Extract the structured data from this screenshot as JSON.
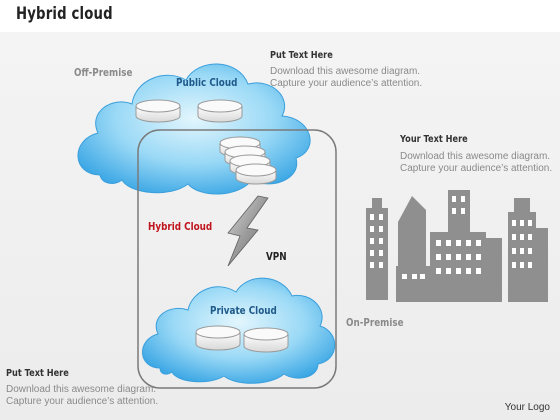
{
  "title": "Hybrid cloud",
  "labels": {
    "off_premise": "Off-Premise",
    "on_premise": "On-Premise",
    "public_cloud": "Public Cloud",
    "private_cloud": "Private Cloud",
    "hybrid_cloud": "Hybrid Cloud",
    "vpn": "VPN"
  },
  "text_blocks": [
    {
      "heading": "Put Text Here",
      "line1": "Download this awesome diagram.",
      "line2": "Capture your audience’s attention."
    },
    {
      "heading": "Your Text Here",
      "line1": "Download this awesome diagram.",
      "line2": "Capture your audience’s attention."
    },
    {
      "heading": "Put Text Here",
      "line1": "Download this awesome diagram.",
      "line2": "Capture your audience’s attention."
    }
  ],
  "logo": "Your Logo",
  "colors": {
    "cloud_light": "#cdeefb",
    "cloud_dark": "#3aa6e4",
    "hybrid_label": "#c0141c",
    "lightning": "#8c8c8c",
    "buildings": "#8f8f8f"
  }
}
